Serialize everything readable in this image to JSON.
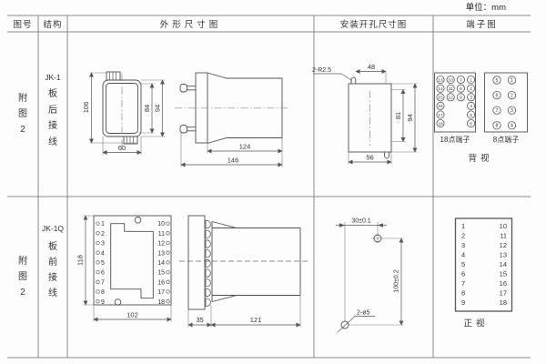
{
  "unit": "单位：mm",
  "header": {
    "figure_no": "图号",
    "structure": "结构",
    "outline": "外形尺寸图",
    "install": "安装开孔尺寸图",
    "terminal": "端子图"
  },
  "row1": {
    "figure": "附图2",
    "model": "JK-1",
    "wiring": "板后接线",
    "front": {
      "height_total": "106",
      "height_inner": "84",
      "height_outer": "94",
      "width": "60"
    },
    "side": {
      "depth_body": "124",
      "depth_total": "146"
    },
    "install": {
      "slot": "2-R2.5",
      "top_width": "48",
      "height_inner": "81",
      "height_outer": "94",
      "bottom_width": "56"
    },
    "terminals": {
      "block18": {
        "label": "18点端子",
        "columns": [
          [
            "13",
            "14",
            "15",
            "16",
            "17",
            "18"
          ],
          [
            "10",
            "11",
            "12"
          ],
          [
            "7",
            "8",
            "9"
          ],
          [
            "1",
            "2",
            "3",
            "4",
            "5",
            "6"
          ]
        ]
      },
      "block8": {
        "label": "8点端子",
        "columns": [
          [
            "5",
            "6",
            "7",
            "8"
          ],
          [
            "1",
            "2",
            "3",
            "4"
          ]
        ]
      },
      "view": "背视"
    }
  },
  "row2": {
    "figure": "附图2",
    "model": "JK-1Q",
    "wiring": "板前接线",
    "front": {
      "height": "118",
      "width": "102",
      "left_terminals": [
        "1",
        "2",
        "3",
        "4",
        "5",
        "6",
        "7",
        "8",
        "9"
      ],
      "right_terminals": [
        "10",
        "11",
        "12",
        "13",
        "14",
        "15",
        "16",
        "17",
        "18"
      ]
    },
    "side": {
      "panel_depth": "35",
      "body_depth": "121"
    },
    "install": {
      "hole_spacing_h": "30±0.1",
      "hole_spacing_v": "100±0.2",
      "holes": "2-ø5"
    },
    "terminals": {
      "left": [
        "1",
        "2",
        "3",
        "4",
        "5",
        "6",
        "7",
        "8",
        "9"
      ],
      "right": [
        "10",
        "11",
        "12",
        "13",
        "14",
        "15",
        "16",
        "17",
        "18"
      ],
      "view": "正视"
    }
  }
}
